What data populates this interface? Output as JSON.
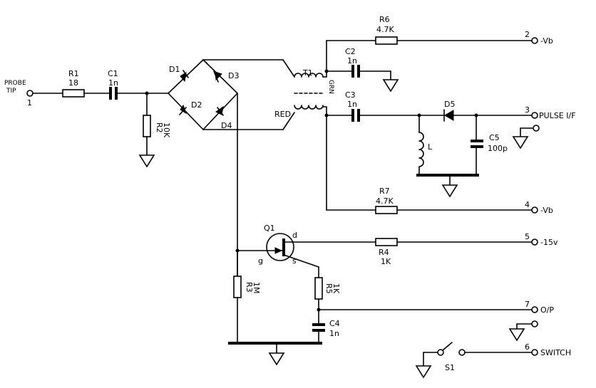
{
  "probe": {
    "label_line1": "PROBE",
    "label_line2": "TIP",
    "pin": "1"
  },
  "components": {
    "r1": {
      "name": "R1",
      "value": "18"
    },
    "c1": {
      "name": "C1",
      "value": "1n"
    },
    "r2": {
      "name": "R2",
      "value": "10K"
    },
    "d1": {
      "name": "D1"
    },
    "d2": {
      "name": "D2"
    },
    "d3": {
      "name": "D3"
    },
    "d4": {
      "name": "D4"
    },
    "t1": {
      "name": "T1",
      "grn": "GRN",
      "red": "RED"
    },
    "r6": {
      "name": "R6",
      "value": "4.7K"
    },
    "c2": {
      "name": "C2",
      "value": "1n"
    },
    "c3": {
      "name": "C3",
      "value": "1n"
    },
    "d5": {
      "name": "D5"
    },
    "l": {
      "name": "L"
    },
    "c5": {
      "name": "C5",
      "value": "100p"
    },
    "r7": {
      "name": "R7",
      "value": "4.7K"
    },
    "q1": {
      "name": "Q1",
      "drain": "d",
      "gate": "g",
      "source": "s"
    },
    "r4": {
      "name": "R4",
      "value": "1K"
    },
    "r3": {
      "name": "R3",
      "value": "1M"
    },
    "r5": {
      "name": "R5",
      "value": "1K"
    },
    "c4": {
      "name": "C4",
      "value": "1n"
    },
    "s1": {
      "name": "S1"
    }
  },
  "terminals": [
    {
      "pin": "2",
      "label": "-Vb"
    },
    {
      "pin": "3",
      "label": "PULSE I/F"
    },
    {
      "pin": "4",
      "label": "-Vb"
    },
    {
      "pin": "5",
      "label": "-15v"
    },
    {
      "pin": "7",
      "label": "O/P"
    },
    {
      "pin": "6",
      "label": "SWITCH"
    }
  ]
}
